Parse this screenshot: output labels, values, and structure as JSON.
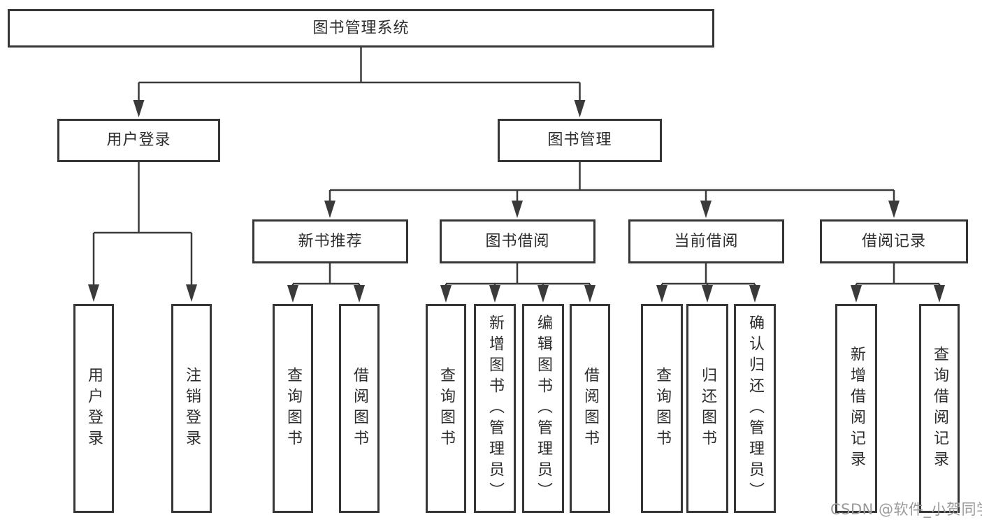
{
  "colors": {
    "line": "#3a3a3a",
    "box_border": "#363636",
    "box_text": "#2d2d2d",
    "watermark_text_color": "#9a9a9a",
    "background": "#ffffff"
  },
  "watermark": {
    "text": "CSDN @软件_小贺同学"
  },
  "tree": {
    "root": {
      "label": "图书管理系统"
    },
    "branches": [
      {
        "label": "用户登录",
        "children": [
          {
            "label": "用户登录"
          },
          {
            "label": "注销登录"
          }
        ]
      },
      {
        "label": "图书管理",
        "children": [
          {
            "label": "新书推荐",
            "children": [
              {
                "label": "查询图书"
              },
              {
                "label": "借阅图书"
              }
            ]
          },
          {
            "label": "图书借阅",
            "children": [
              {
                "label": "查询图书"
              },
              {
                "label": "新增图书（管理员）"
              },
              {
                "label": "编辑图书（管理员）"
              },
              {
                "label": "借阅图书"
              }
            ]
          },
          {
            "label": "当前借阅",
            "children": [
              {
                "label": "查询图书"
              },
              {
                "label": "归还图书"
              },
              {
                "label": "确认归还（管理员）"
              }
            ]
          },
          {
            "label": "借阅记录",
            "children": [
              {
                "label": "新增借阅记录"
              },
              {
                "label": "查询借阅记录"
              }
            ]
          }
        ]
      }
    ]
  }
}
